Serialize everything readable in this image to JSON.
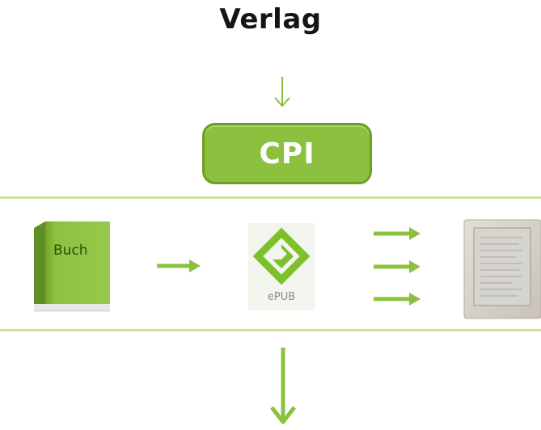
{
  "diagram": {
    "title": "Verlag",
    "process_box": {
      "label": "CPI",
      "color": "#8cc13f",
      "border": "#6d9f24"
    },
    "band_color": "#c9e29c",
    "items": {
      "book": {
        "label": "Buch",
        "color": "#8cc13f"
      },
      "format": {
        "label": "ePUB",
        "icon": "epub-logo",
        "color": "#7cc02a"
      },
      "device": {
        "icon": "ereader-device"
      }
    },
    "arrows": {
      "book_to_format": 1,
      "format_to_device": 3,
      "color": "#8cc13f"
    }
  }
}
